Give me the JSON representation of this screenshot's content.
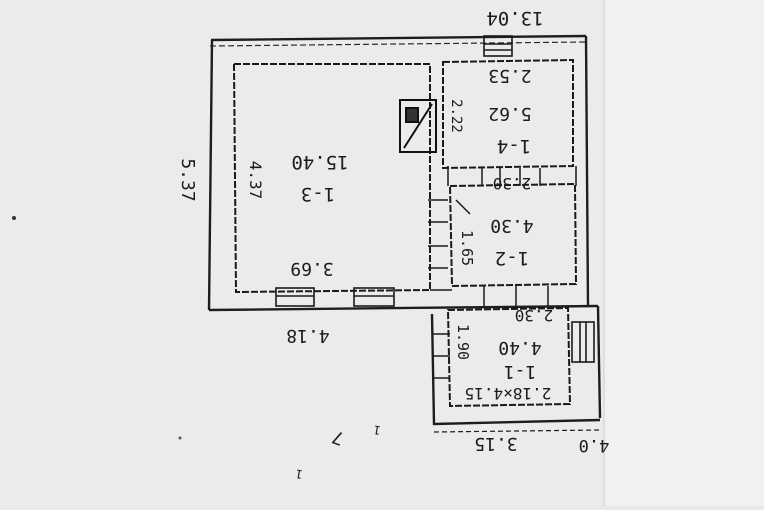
{
  "plan": {
    "dim_top": "13.04",
    "dim_left": "5.37",
    "dim_bottom_main": "4.18",
    "dim_bottom_right": "3.15",
    "dim_bottom_right_cut": "4.0",
    "rooms": [
      {
        "id": "1-3",
        "label": "1-3",
        "area": "15.40",
        "width": "3.69",
        "height": "4.37"
      },
      {
        "id": "1-4",
        "label": "1-4",
        "area": "5.62",
        "width": "2.53",
        "height": "2.22"
      },
      {
        "id": "1-2",
        "label": "1-2",
        "area": "4.30",
        "width": "2.30",
        "height": "1.65"
      },
      {
        "id": "1-1",
        "label": "1-1",
        "area": "4.40",
        "width": "2.30",
        "height": "1.90",
        "formula": "2.18×4.15"
      }
    ],
    "stray_marks": [
      "7",
      "1",
      "1"
    ]
  }
}
